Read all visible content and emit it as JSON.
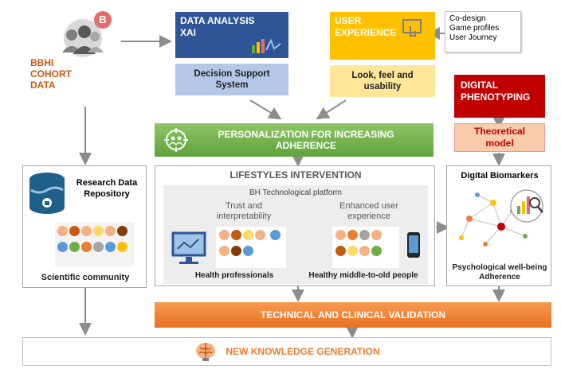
{
  "cohort": {
    "line1": "BBHI",
    "line2": "COHORT",
    "line3": "DATA"
  },
  "data_analysis": {
    "line1": "DATA ANALYSIS",
    "line2": "XAI",
    "sub_line1": "Decision Support",
    "sub_line2": "System"
  },
  "user_experience": {
    "line1": "USER",
    "line2": "EXPERIENCE",
    "sub_line1": "Look, feel and",
    "sub_line2": "usability"
  },
  "codesign_note": {
    "line1": "Co-design",
    "line2": "Game profiles",
    "line3": "User Journey"
  },
  "digital_phenotyping": {
    "line1": "DIGITAL",
    "line2": "PHENOTYPING",
    "sub_line1": "Theoretical",
    "sub_line2": "model"
  },
  "personalization": {
    "line1": "PERSONALIZATION FOR INCREASING",
    "line2": "ADHERENCE"
  },
  "research": {
    "title_line1": "Research Data",
    "title_line2": "Repository",
    "community": "Scientific community"
  },
  "lifestyles": {
    "title": "LIFESTYLES INTERVENTION",
    "platform": "BH Technological platform",
    "trust_line1": "Trust and",
    "trust_line2": "interpretability",
    "enhanced_line1": "Enhanced user",
    "enhanced_line2": "experience",
    "health_professionals": "Health professionals",
    "healthy_people": "Healthy middle-to-old people"
  },
  "biomarkers": {
    "title": "Digital Biomarkers",
    "line1": "Psychological well-being",
    "line2": "Adherence"
  },
  "validation": {
    "label": "TECHNICAL AND CLINICAL VALIDATION"
  },
  "knowledge": {
    "label": "NEW KNOWLEDGE GENERATION"
  },
  "colors": {
    "blue": "#2f5597",
    "yellow": "#ffc000",
    "red": "#c00000",
    "green": "#70ad47",
    "orange": "#ed7d31"
  }
}
